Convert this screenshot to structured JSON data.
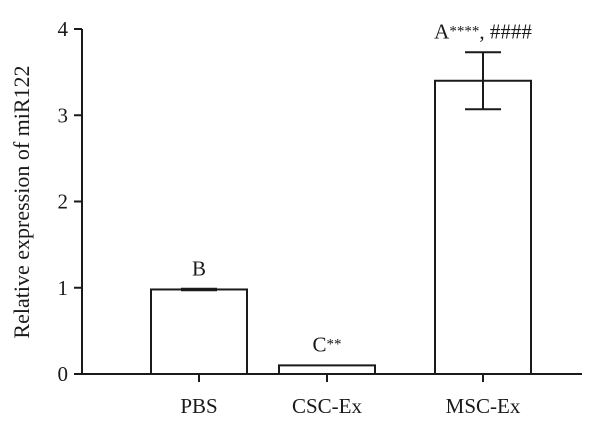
{
  "chart_data": {
    "type": "bar",
    "title": "",
    "xlabel": "",
    "ylabel": "Relative expression of miR122",
    "ylim": [
      0,
      4
    ],
    "yticks": [
      0,
      1,
      2,
      3,
      4
    ],
    "grid": false,
    "categories": [
      "PBS",
      "CSC-Ex",
      "MSC-Ex"
    ],
    "values": [
      0.98,
      0.1,
      3.4
    ],
    "error": [
      0.01,
      0.0,
      0.33
    ],
    "annotations": [
      {
        "category": "PBS",
        "letter": "B",
        "stars": ""
      },
      {
        "category": "CSC-Ex",
        "letter": "C",
        "stars": "**"
      },
      {
        "category": "MSC-Ex",
        "letter": "A",
        "stars": "****, ####"
      }
    ],
    "colors": {
      "bar_fill": "#ffffff",
      "stroke": "#1a1a1a"
    }
  }
}
